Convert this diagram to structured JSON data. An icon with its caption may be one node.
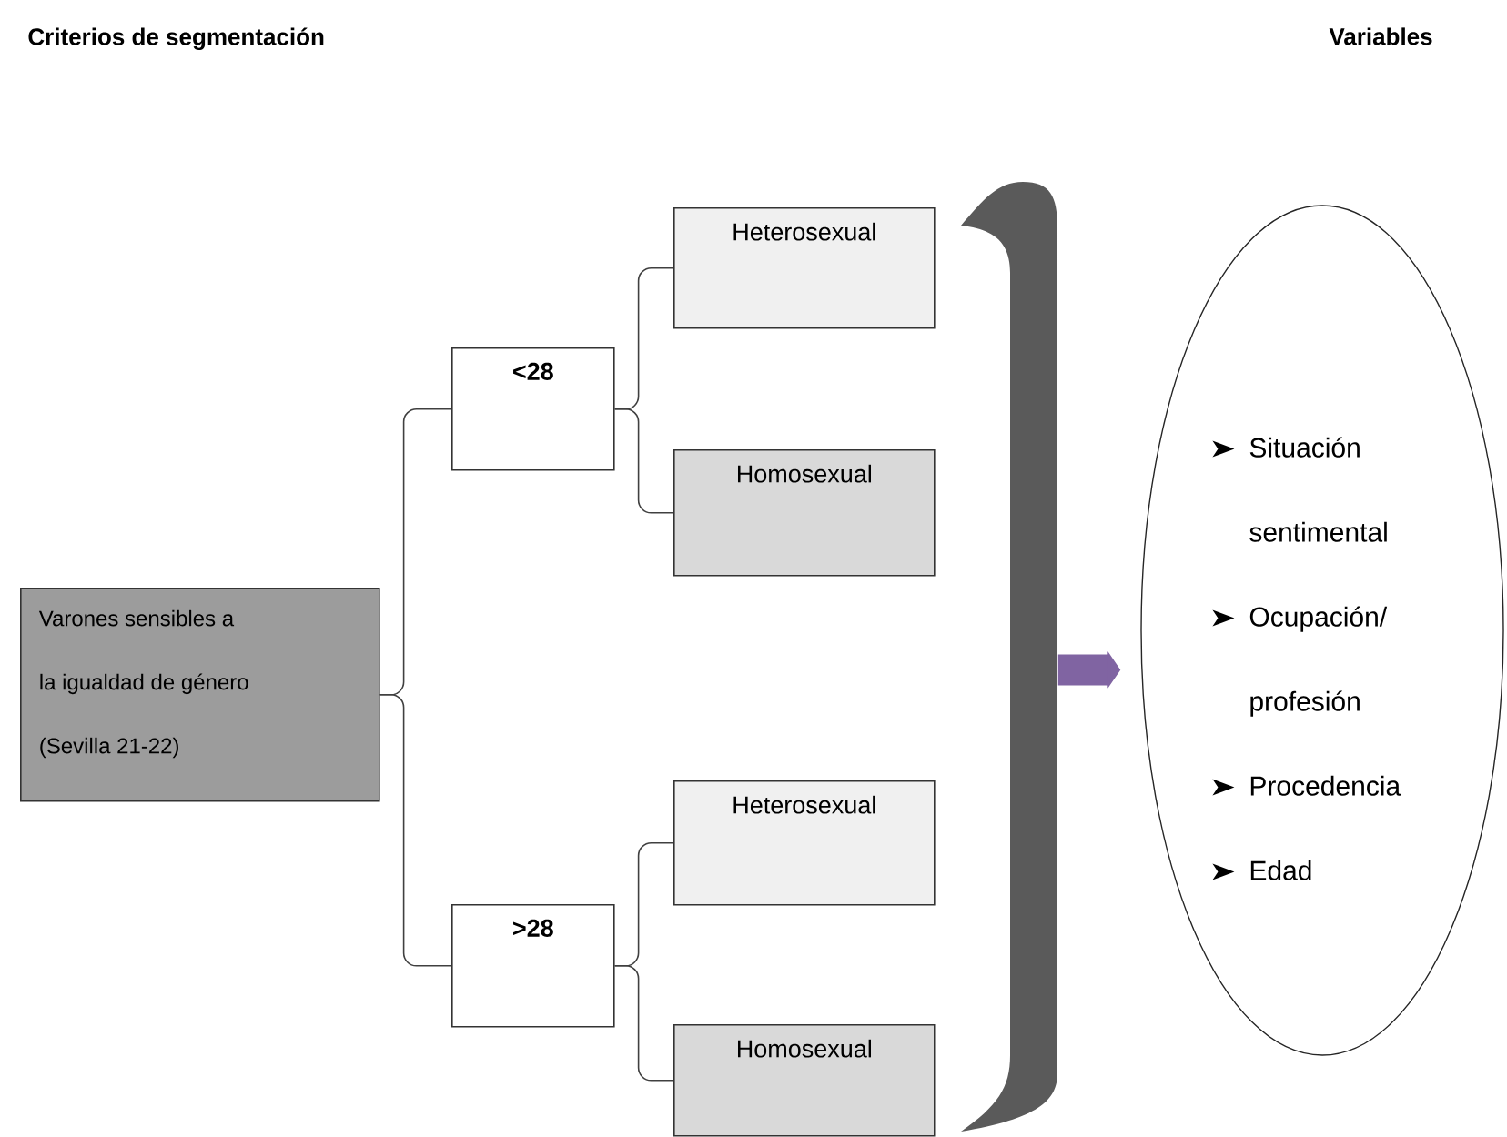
{
  "diagram": {
    "title": "Criterios de segmentación",
    "nodes": [
      {
        "text": [
          "Varones sensibles a la igualdad de género (Sevilla 21-22)"
        ]
      },
      {
        "text": [
          "<28"
        ]
      },
      {
        "text": [
          ">28"
        ]
      },
      {
        "text": [
          "Heterosexual"
        ]
      },
      {
        "text": [
          "Homosexual"
        ]
      },
      {
        "text": [
          "Heterosexual"
        ]
      },
      {
        "text": [
          "Homosexual"
        ]
      },
      {
        "text": [],
        "shape": "bracket"
      },
      {
        "text": [
          "Situación sentimental",
          "Ocupación/ profesión",
          "Procedencia",
          "Edad"
        ]
      }
    ],
    "edges": [
      {
        "from": 0,
        "to": 1,
        "arrow": "none"
      },
      {
        "from": 0,
        "to": 2,
        "arrow": "none"
      },
      {
        "from": 1,
        "to": 3,
        "arrow": "none"
      },
      {
        "from": 1,
        "to": 4,
        "arrow": "none"
      },
      {
        "from": 2,
        "to": 5,
        "arrow": "none"
      },
      {
        "from": 2,
        "to": 6,
        "arrow": "none"
      },
      {
        "from": 7,
        "to": 8,
        "arrow": "to",
        "style": "thick",
        "color": "#8064a2"
      }
    ],
    "labels": [
      "Variables"
    ]
  }
}
